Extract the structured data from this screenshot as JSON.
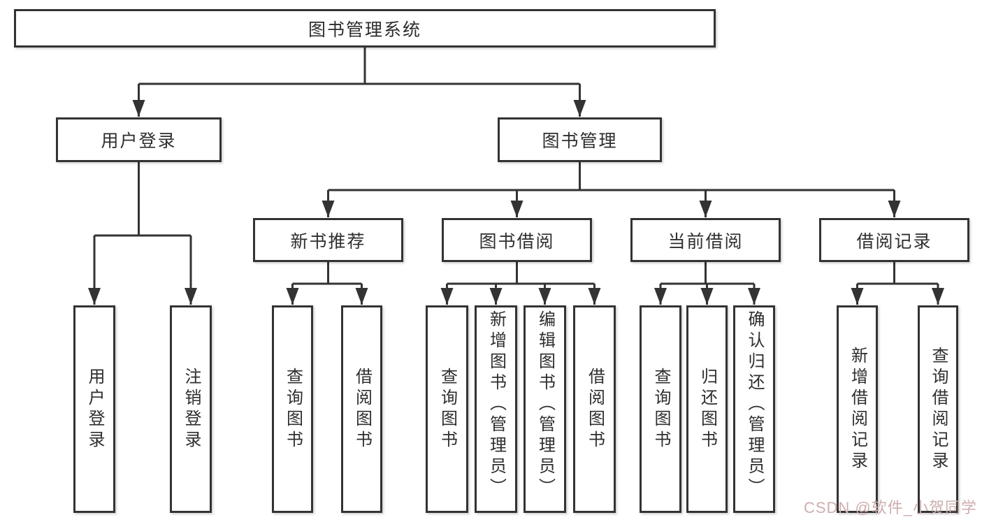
{
  "tree": {
    "root": {
      "label": "图书管理系统"
    },
    "level2": [
      {
        "label": "用户登录"
      },
      {
        "label": "图书管理"
      }
    ],
    "level3": [
      {
        "label": "新书推荐"
      },
      {
        "label": "图书借阅"
      },
      {
        "label": "当前借阅"
      },
      {
        "label": "借阅记录"
      }
    ],
    "leaf_groups": [
      {
        "parent": "用户登录",
        "children": [
          {
            "label": "用户登录"
          },
          {
            "label": "注销登录"
          }
        ]
      },
      {
        "parent": "新书推荐",
        "children": [
          {
            "label": "查询图书"
          },
          {
            "label": "借阅图书"
          }
        ]
      },
      {
        "parent": "图书借阅",
        "children": [
          {
            "label": "查询图书"
          },
          {
            "label": "新增图书（管理员）"
          },
          {
            "label": "编辑图书（管理员）"
          },
          {
            "label": "借阅图书"
          }
        ]
      },
      {
        "parent": "当前借阅",
        "children": [
          {
            "label": "查询图书"
          },
          {
            "label": "归还图书"
          },
          {
            "label": "确认归还（管理员）"
          }
        ]
      },
      {
        "parent": "借阅记录",
        "children": [
          {
            "label": "新增借阅记录"
          },
          {
            "label": "查询借阅记录"
          }
        ]
      }
    ]
  },
  "watermark": {
    "text": "CSDN @软件_小贺同学",
    "color": "#cdaeae"
  },
  "colors": {
    "line": "#333333",
    "box_border": "#333333",
    "box_bg": "#ffffff",
    "text": "#2e2e2e",
    "page_bg": "#ffffff"
  }
}
